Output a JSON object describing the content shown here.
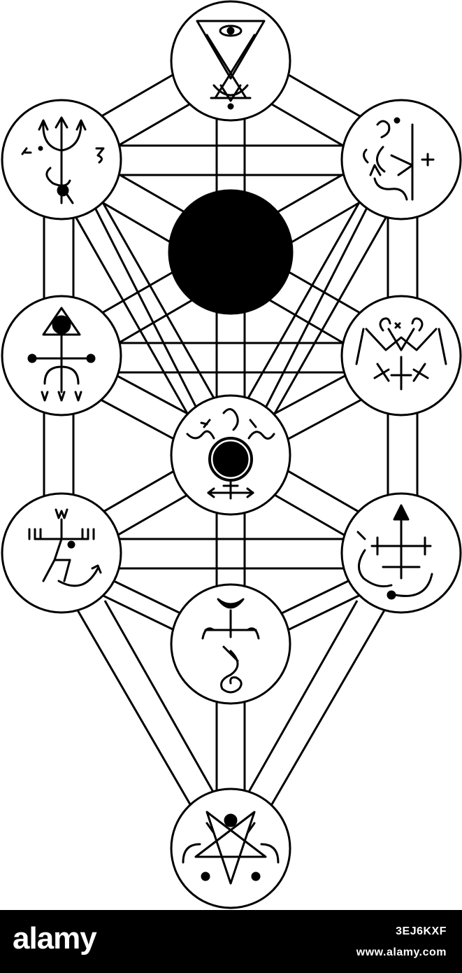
{
  "diagram": {
    "stroke_color": "#000000",
    "fill_color": "#ffffff",
    "hidden_sphere_fill": "#000000",
    "nodes": [
      {
        "id": "sphere-1",
        "sigil": "eye-triangle-sigil"
      },
      {
        "id": "sphere-2",
        "sigil": "trident-sigil"
      },
      {
        "id": "sphere-3",
        "sigil": "crescent-sigil"
      },
      {
        "id": "sphere-hidden",
        "sigil": "solid-black-disc"
      },
      {
        "id": "sphere-4",
        "sigil": "triangle-cross-sigil"
      },
      {
        "id": "sphere-5",
        "sigil": "winged-sigil"
      },
      {
        "id": "sphere-6",
        "sigil": "serpent-orb-sigil"
      },
      {
        "id": "sphere-7",
        "sigil": "demon-figure-sigil"
      },
      {
        "id": "sphere-8",
        "sigil": "arrow-cross-sigil"
      },
      {
        "id": "sphere-9",
        "sigil": "crescent-spiral-sigil"
      },
      {
        "id": "sphere-10",
        "sigil": "inverted-pentagram-sigil"
      }
    ]
  },
  "watermark": {
    "logo": "alamy",
    "image_id": "3EJ6KXF",
    "url": "www.alamy.com",
    "background": "#000000",
    "text_color": "#ffffff"
  }
}
